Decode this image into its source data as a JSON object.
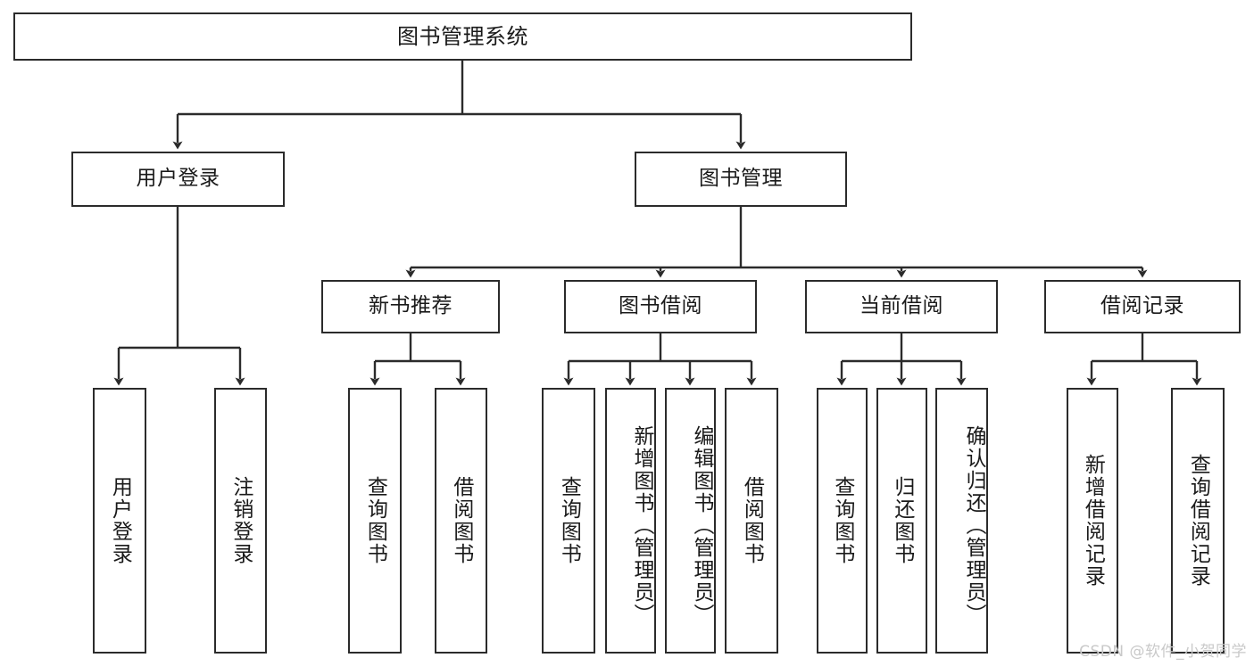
{
  "diagram": {
    "type": "tree-hierarchy",
    "title": "图书管理系统",
    "root": {
      "id": "root",
      "label": "图书管理系统"
    },
    "level2": [
      {
        "id": "user-login",
        "label": "用户登录"
      },
      {
        "id": "book-manage",
        "label": "图书管理"
      }
    ],
    "level3": [
      {
        "id": "new-book-recommend",
        "label": "新书推荐",
        "parent": "book-manage"
      },
      {
        "id": "book-borrow",
        "label": "图书借阅",
        "parent": "book-manage"
      },
      {
        "id": "current-borrow",
        "label": "当前借阅",
        "parent": "book-manage"
      },
      {
        "id": "borrow-record",
        "label": "借阅记录",
        "parent": "book-manage"
      }
    ],
    "leaves": [
      {
        "id": "leaf-user-login",
        "label": "用户登录",
        "parent": "user-login"
      },
      {
        "id": "leaf-user-logout",
        "label": "注销登录",
        "parent": "user-login"
      },
      {
        "id": "leaf-query-book-1",
        "label": "查询图书",
        "parent": "new-book-recommend"
      },
      {
        "id": "leaf-borrow-book-1",
        "label": "借阅图书",
        "parent": "new-book-recommend"
      },
      {
        "id": "leaf-query-book-2",
        "label": "查询图书",
        "parent": "book-borrow"
      },
      {
        "id": "leaf-add-book",
        "label": "新增图书（管理员）",
        "parent": "book-borrow"
      },
      {
        "id": "leaf-edit-book",
        "label": "编辑图书（管理员）",
        "parent": "book-borrow"
      },
      {
        "id": "leaf-borrow-book-2",
        "label": "借阅图书",
        "parent": "book-borrow"
      },
      {
        "id": "leaf-query-book-3",
        "label": "查询图书",
        "parent": "current-borrow"
      },
      {
        "id": "leaf-return-book",
        "label": "归还图书",
        "parent": "current-borrow"
      },
      {
        "id": "leaf-confirm-return",
        "label": "确认归还（管理员）",
        "parent": "current-borrow"
      },
      {
        "id": "leaf-add-record",
        "label": "新增借阅记录",
        "parent": "borrow-record"
      },
      {
        "id": "leaf-query-record",
        "label": "查询借阅记录",
        "parent": "borrow-record"
      }
    ],
    "watermark": "CSDN @软件_小贺同学",
    "colors": {
      "stroke": "#2b2b2b",
      "background": "#ffffff",
      "text": "#1a1a1a",
      "watermark": "#c9c9c9"
    }
  }
}
